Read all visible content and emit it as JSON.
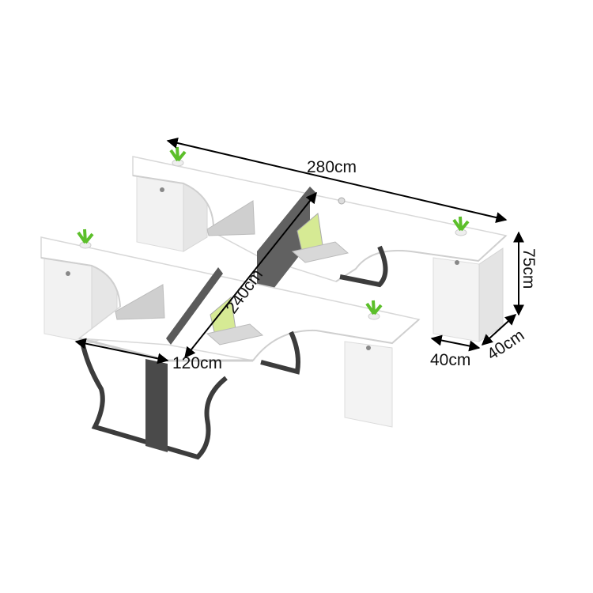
{
  "dimensions": {
    "length": "280cm",
    "depth": "240cm",
    "width": "120cm",
    "height": "75cm",
    "cabinet_width": "40cm",
    "cabinet_depth": "40cm"
  },
  "colors": {
    "desk_top": "#ffffff",
    "desk_edge": "#e2e2e2",
    "cabinet": "#f4f4f4",
    "divider": "#5a5a5a",
    "frame": "#3c3c3c",
    "monitor": "#c9c9c9",
    "laptop_screen": "#cfe88a",
    "plant": "#5cbf2a",
    "dimension_line": "#000000"
  },
  "icons": [
    "plant-icon",
    "monitor-icon",
    "laptop-icon",
    "cabinet-icon"
  ]
}
